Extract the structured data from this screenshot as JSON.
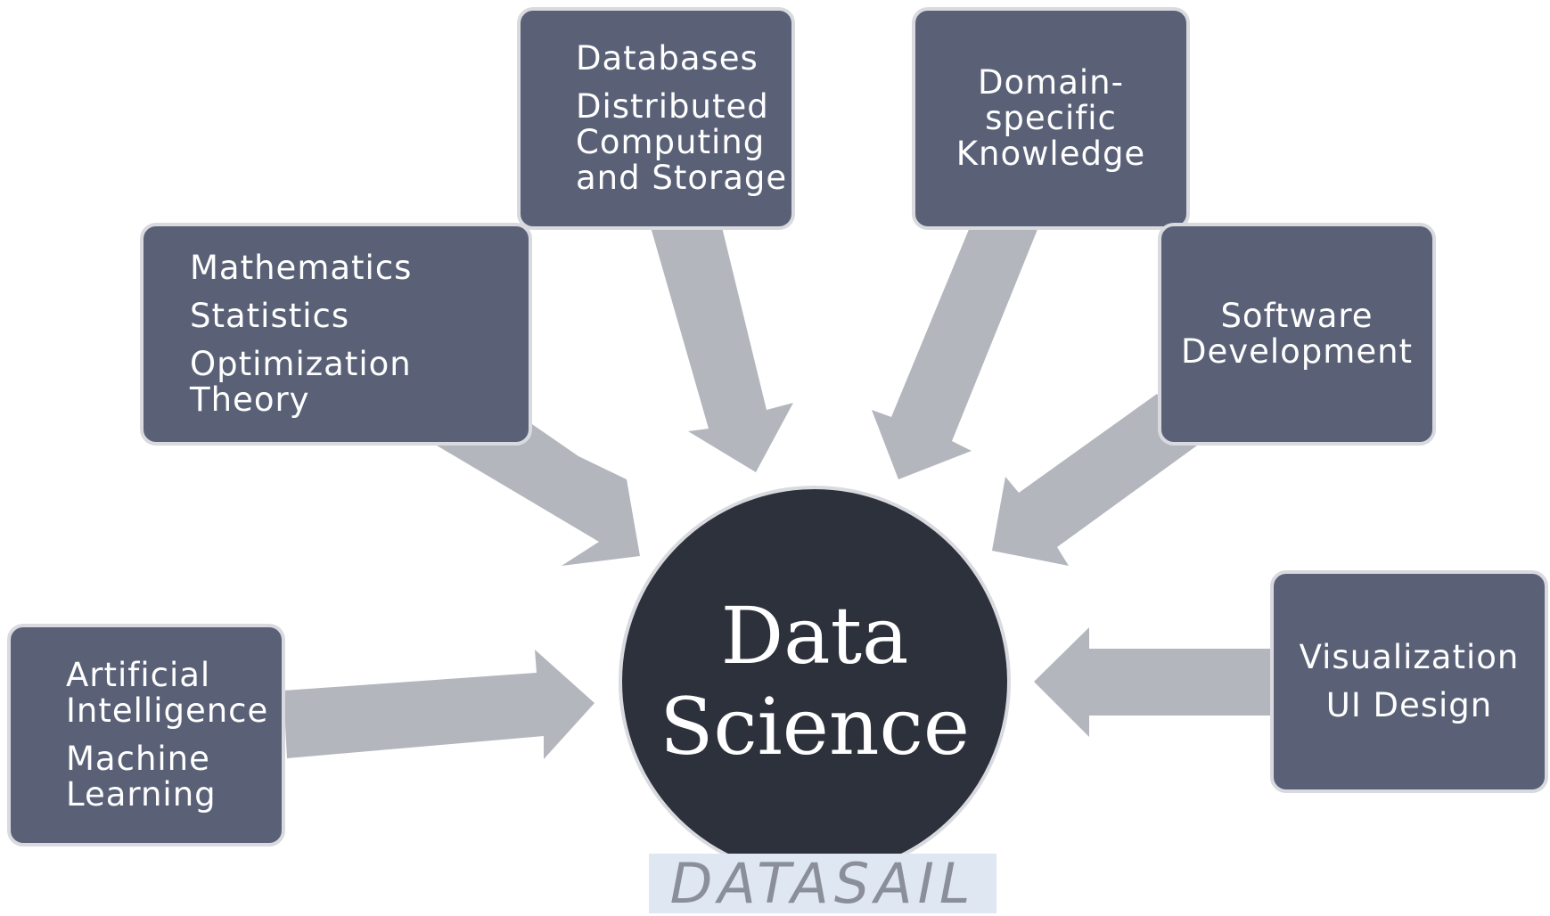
{
  "center": {
    "line1": "Data",
    "line2": "Science"
  },
  "boxes": {
    "databases": {
      "items": [
        "Databases",
        "Distributed\nComputing\nand Storage"
      ]
    },
    "domain": {
      "items": [
        "Domain-\nspecific\nKnowledge"
      ]
    },
    "math": {
      "items": [
        "Mathematics",
        "Statistics",
        "Optimization Theory"
      ]
    },
    "software": {
      "items": [
        "Software\nDevelopment"
      ]
    },
    "ai": {
      "items": [
        "Artificial\nIntelligence",
        "Machine\nLearning"
      ]
    },
    "viz": {
      "items": [
        "Visualization",
        "UI Design"
      ]
    }
  },
  "watermark": "DATASAIL",
  "colors": {
    "box_fill": "#5a6177",
    "box_border": "#d9dadf",
    "circle_fill": "#2d313c",
    "arrow_fill": "#b3b6bd",
    "text": "#ffffff"
  }
}
